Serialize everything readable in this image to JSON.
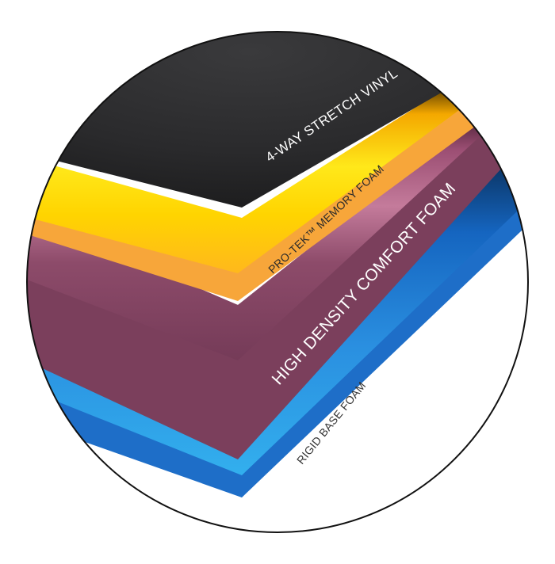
{
  "layers": [
    {
      "id": "vinyl",
      "label": "4-WAY STRETCH VINYL",
      "color": "#2b2b2d",
      "label_color": "#ffffff"
    },
    {
      "id": "memory",
      "label": "PRO-TEK™ MEMORY FOAM",
      "color": "#f7a63a",
      "glow_color": "#ffe21a",
      "label_color": "#2a2a2a"
    },
    {
      "id": "comfort",
      "label": "HIGH DENSITY COMFORT FOAM",
      "color": "#7b3f5c",
      "highlight_color": "#c07595",
      "label_color": "#ffffff"
    },
    {
      "id": "base",
      "label": "RIGID BASE FOAM",
      "color": "#1e6ec8",
      "highlight_color": "#32b2ef",
      "label_color": "#333333"
    }
  ],
  "frame": {
    "border_color": "#111111",
    "background": "#ffffff"
  }
}
